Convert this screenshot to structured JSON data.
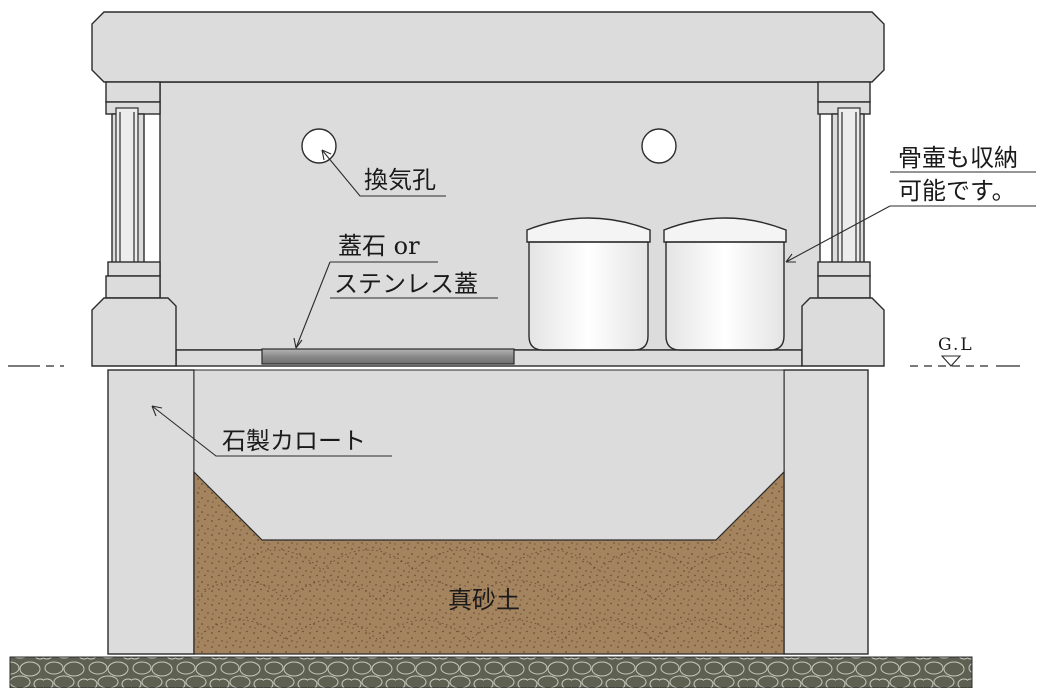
{
  "labels": {
    "ventilation_hole": "換気孔",
    "urn_note_line1": "骨壷も収納",
    "urn_note_line2": "可能です。",
    "lid_line1": "蓋石 or",
    "lid_line2": "ステンレス蓋",
    "karoto": "石製カロート",
    "ground_level": "G.L",
    "soil": "真砂土"
  },
  "colors": {
    "stone": "#dcdcdc",
    "soil": "#a4835f",
    "gravel": "#5e6152",
    "outline": "#2b2b2b",
    "steel": "#8e8e8e"
  }
}
